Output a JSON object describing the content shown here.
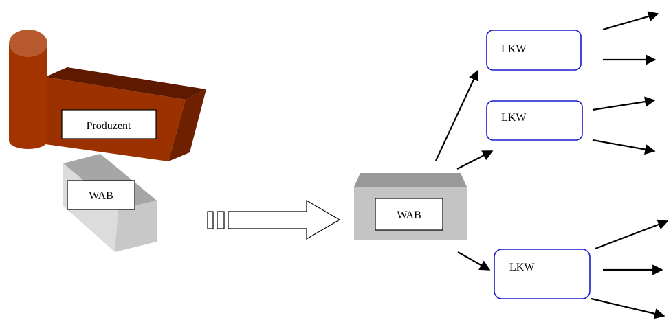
{
  "diagram": {
    "producer": {
      "label": "Produzent"
    },
    "wab_source": {
      "label": "WAB"
    },
    "wab_loaded": {
      "label": "WAB"
    },
    "trucks": [
      {
        "label": "LKW"
      },
      {
        "label": "LKW"
      },
      {
        "label": "LKW"
      }
    ]
  },
  "colors": {
    "producer_dark": "#7a2300",
    "producer_mid": "#9c3100",
    "producer_light": "#b84a16",
    "wab_light": "#d6d6d6",
    "wab_mid": "#c2c2c2",
    "wab_dark": "#999999",
    "truck_border": "#1a1acc",
    "arrow": "#000000"
  }
}
